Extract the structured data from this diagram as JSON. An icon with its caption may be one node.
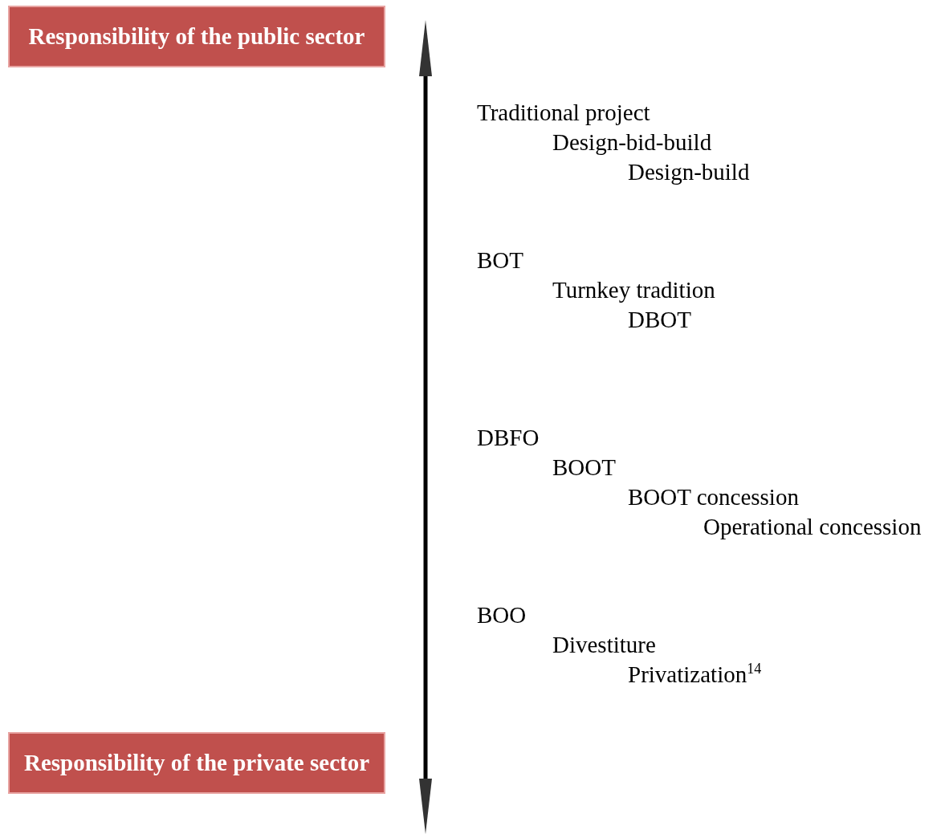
{
  "diagram": {
    "nodes": [
      {
        "text": [
          "Responsibility of the public sector"
        ]
      },
      {
        "text": [
          "Responsibility of the private sector"
        ]
      }
    ],
    "labels": [
      "Traditional project",
      "Design-bid-build",
      "Design-build",
      "BOT",
      "Turnkey tradition",
      "DBOT",
      "DBFO",
      "BOOT",
      "BOOT concession",
      "Operational concession",
      "BOO",
      "Divestiture",
      "Privatization$^{14}$"
    ]
  }
}
